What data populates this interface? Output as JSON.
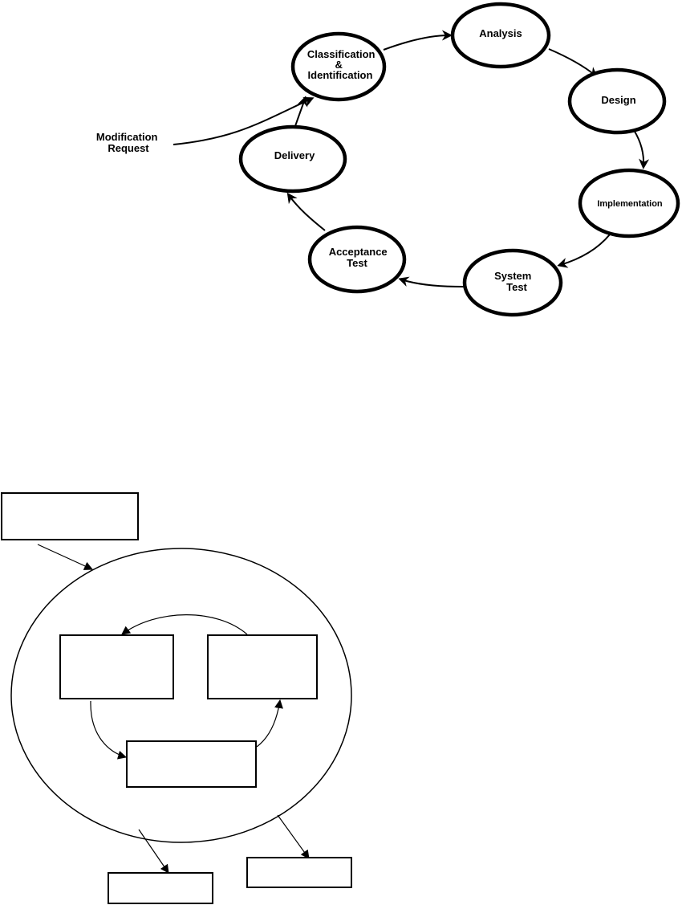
{
  "maintenance_cycle": {
    "nodes": {
      "classification": [
        "Classification",
        "&",
        "Identification"
      ],
      "analysis": [
        "Analysis"
      ],
      "design": [
        "Design"
      ],
      "implementation": [
        "Implementation"
      ],
      "system_test": [
        "System",
        "Test"
      ],
      "acceptance_test": [
        "Acceptance",
        "Test"
      ],
      "delivery": [
        "Delivery"
      ]
    },
    "input_label": [
      "Modification",
      "Request"
    ]
  },
  "process_diagram": {
    "boxes": {
      "input": "",
      "step_left": "",
      "step_right": "",
      "step_bottom": "",
      "output_left": "",
      "output_right": ""
    }
  },
  "colors": {
    "stroke": "#000000",
    "fill": "#ffffff"
  }
}
